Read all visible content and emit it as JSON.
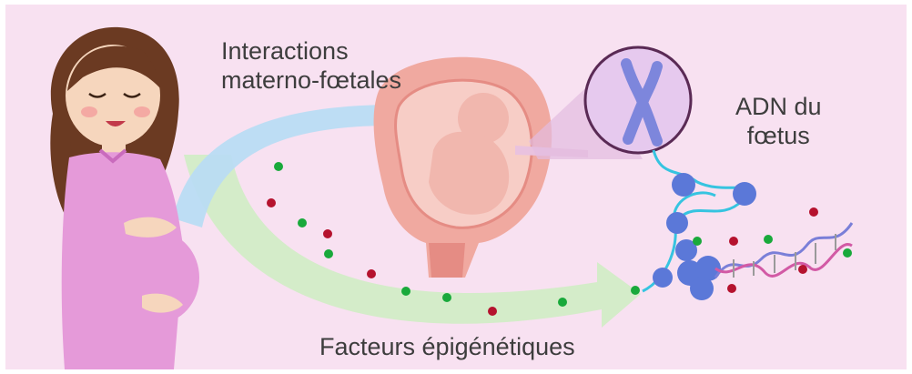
{
  "labels": {
    "interactions_line1": "Interactions",
    "interactions_line2": "materno-fœtales",
    "adn_line1": "ADN du",
    "adn_line2": "fœtus",
    "epigenetic": "Facteurs épigénétiques"
  },
  "colors": {
    "background": "#f8e1f1",
    "blue_arrow": "#b9dcf3",
    "green_arrow": "#d2ecc6",
    "dot_green": "#19a93b",
    "dot_red": "#b5122e",
    "dress": "#e59ad9",
    "hair": "#6b3a22",
    "skin": "#f6d6bd",
    "uterus": "#f0a9a0",
    "chromosome": "#7d86dc",
    "dna_strand": "#36c4e0",
    "nucleosome": "#5b78d8"
  },
  "icons": [
    "pregnant-woman-illustration",
    "uterus-fetus-illustration",
    "chromosome-icon",
    "dna-strand-illustration"
  ]
}
